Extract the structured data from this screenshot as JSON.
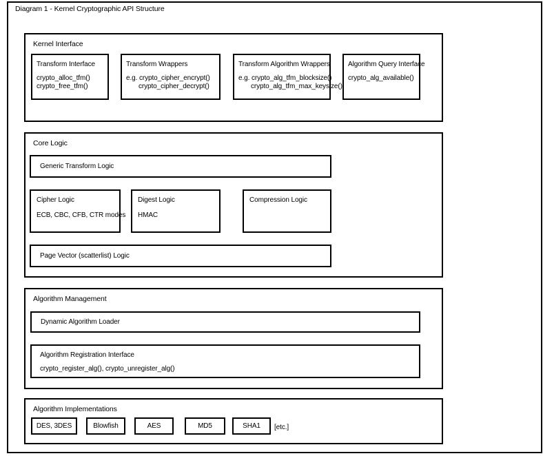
{
  "title": "Diagram 1 - Kernel Cryptographic API Structure",
  "colors": {
    "border": "#000000",
    "background": "#ffffff",
    "text": "#000000"
  },
  "sections": {
    "kernel_interface": {
      "label": "Kernel Interface",
      "boxes": [
        {
          "title": "Transform Interface",
          "lines": [
            "crypto_alloc_tfm()",
            "crypto_free_tfm()"
          ]
        },
        {
          "title": "Transform Wrappers",
          "lines": [
            "e.g. crypto_cipher_encrypt()",
            "crypto_cipher_decrypt()"
          ]
        },
        {
          "title": "Transform Algorithm Wrappers",
          "lines": [
            "e.g. crypto_alg_tfm_blocksize()",
            "crypto_alg_tfm_max_keysize()"
          ]
        },
        {
          "title": "Algorithm Query Interface",
          "lines": [
            "crypto_alg_available()"
          ]
        }
      ]
    },
    "core_logic": {
      "label": "Core Logic",
      "generic_transform": "Generic Transform Logic",
      "cipher": {
        "title": "Cipher Logic",
        "body": "ECB, CBC, CFB, CTR modes"
      },
      "digest": {
        "title": "Digest Logic",
        "body": "HMAC"
      },
      "compression": {
        "title": "Compression Logic"
      },
      "page_vector": "Page Vector (scatterlist) Logic"
    },
    "algorithm_management": {
      "label": "Algorithm Management",
      "loader": "Dynamic Algorithm Loader",
      "registration": {
        "title": "Algorithm Registration Interface",
        "body": "crypto_register_alg(), crypto_unregister_alg()"
      }
    },
    "algorithm_implementations": {
      "label": "Algorithm Implementations",
      "items": [
        "DES, 3DES",
        "Blowfish",
        "AES",
        "MD5",
        "SHA1"
      ],
      "etc_label": "[etc.]"
    }
  }
}
